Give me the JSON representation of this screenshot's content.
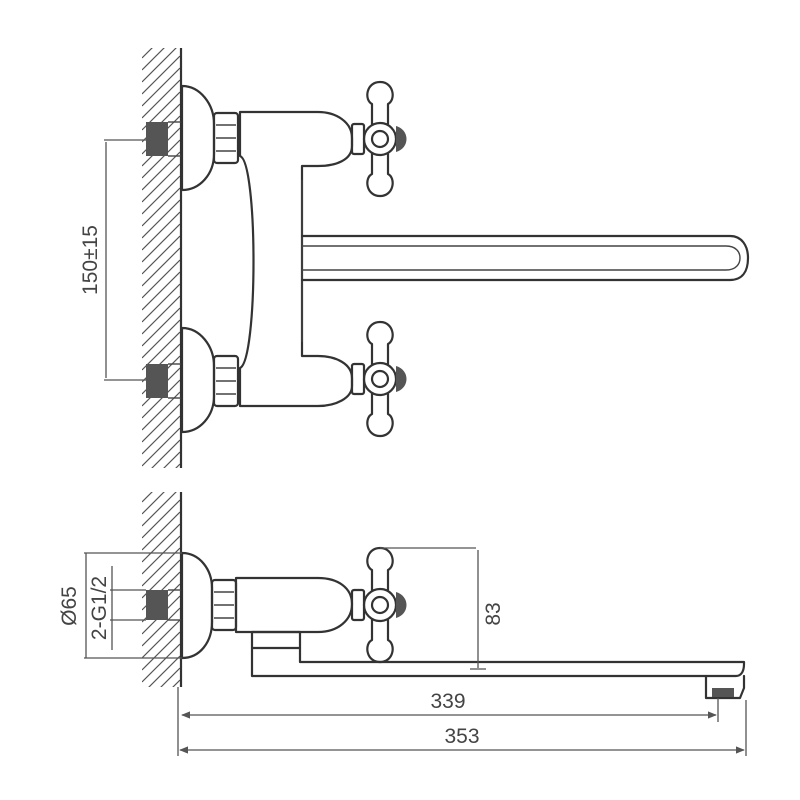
{
  "dimensions": {
    "center_distance": "150±15",
    "escutcheon_diameter": "Ø65",
    "connection_thread": "2-G1/2",
    "handle_height": "83",
    "spout_reach": "339",
    "overall_depth": "353"
  }
}
